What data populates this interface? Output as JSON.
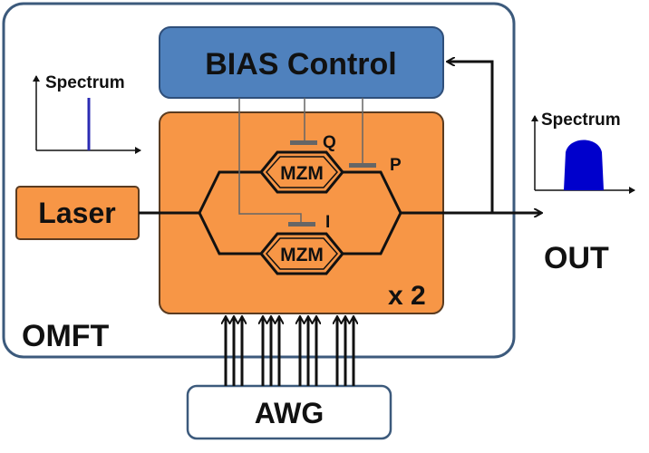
{
  "labels": {
    "omft": "OMFT",
    "bias_control": "BIAS Control",
    "laser": "Laser",
    "mzm_top": "MZM",
    "mzm_bottom": "MZM",
    "electrode_q": "Q",
    "electrode_i": "I",
    "electrode_p": "P",
    "multiplier": "x 2",
    "out": "OUT",
    "awg": "AWG",
    "spectrum_input": "Spectrum",
    "spectrum_output": "Spectrum"
  },
  "colors": {
    "outer_border": "#3c5a7c",
    "bias_fill": "#4f81bd",
    "bias_border": "#2f4f7a",
    "orange": "#f79646",
    "orange_border": "#5a3b20",
    "spectrum_line": "#2b2bb3",
    "spectrum_fill": "#0000cc",
    "awg_border": "#3c5a7c"
  }
}
